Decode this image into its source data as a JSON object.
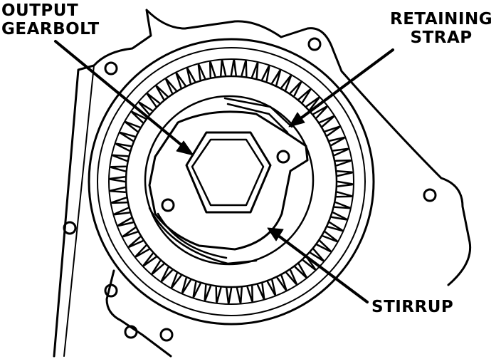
{
  "labels": {
    "output_gearbolt": {
      "line1": "OUTPUT",
      "line2": "GEARBOLT"
    },
    "retaining_strap": {
      "line1": "RETAINING",
      "line2": "STRAP"
    },
    "stirrup": {
      "line1": "STIRRUP"
    }
  },
  "colors": {
    "ink": "#000000",
    "paper": "#ffffff"
  }
}
